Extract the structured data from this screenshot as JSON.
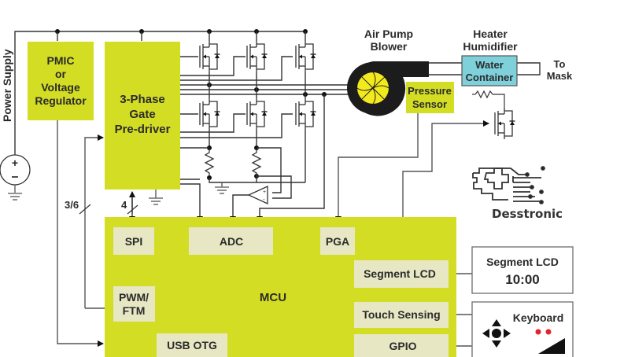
{
  "colors": {
    "block_green": "#d3dd24",
    "sub_block": "#e7e7c4",
    "water_container": "#7ed0da",
    "blower_body": "#1c1c1c",
    "fan": "#f2ea1c",
    "led_red": "#e8202a",
    "wire": "#555555"
  },
  "labels": {
    "power_supply": "Power Supply",
    "pmic": [
      "PMIC",
      "or",
      "Voltage",
      "Regulator"
    ],
    "predriver": [
      "3-Phase",
      "Gate",
      "Pre-driver"
    ],
    "air_pump": [
      "Air Pump",
      "Blower"
    ],
    "heater": [
      "Heater",
      "Humidifier"
    ],
    "water_container": [
      "Water",
      "Container"
    ],
    "to_mask": [
      "To",
      "Mask"
    ],
    "pressure_sensor": [
      "Pressure",
      "Sensor"
    ],
    "bus_3_6": "3/6",
    "bus_4": "4",
    "logo": "Desstronic",
    "mcu": "MCU",
    "spi": "SPI",
    "adc": "ADC",
    "pga": "PGA",
    "pwm": [
      "PWM/",
      "FTM"
    ],
    "usb_otg": "USB OTG",
    "segment_lcd_port": "Segment LCD",
    "touch_sensing": "Touch Sensing",
    "gpio": "GPIO",
    "lcd_title": "Segment LCD",
    "lcd_value": "10:00",
    "keyboard": "Keyboard"
  },
  "icons": {
    "battery": "power-source-icon",
    "ground": "ground-icon",
    "mosfet": "mosfet-icon",
    "resistor": "resistor-icon",
    "opamp": "op-amp-icon",
    "blower": "blower-fan-icon",
    "dpad": "dpad-icon",
    "led": "led-indicator-icon",
    "volume": "volume-ramp-icon"
  }
}
